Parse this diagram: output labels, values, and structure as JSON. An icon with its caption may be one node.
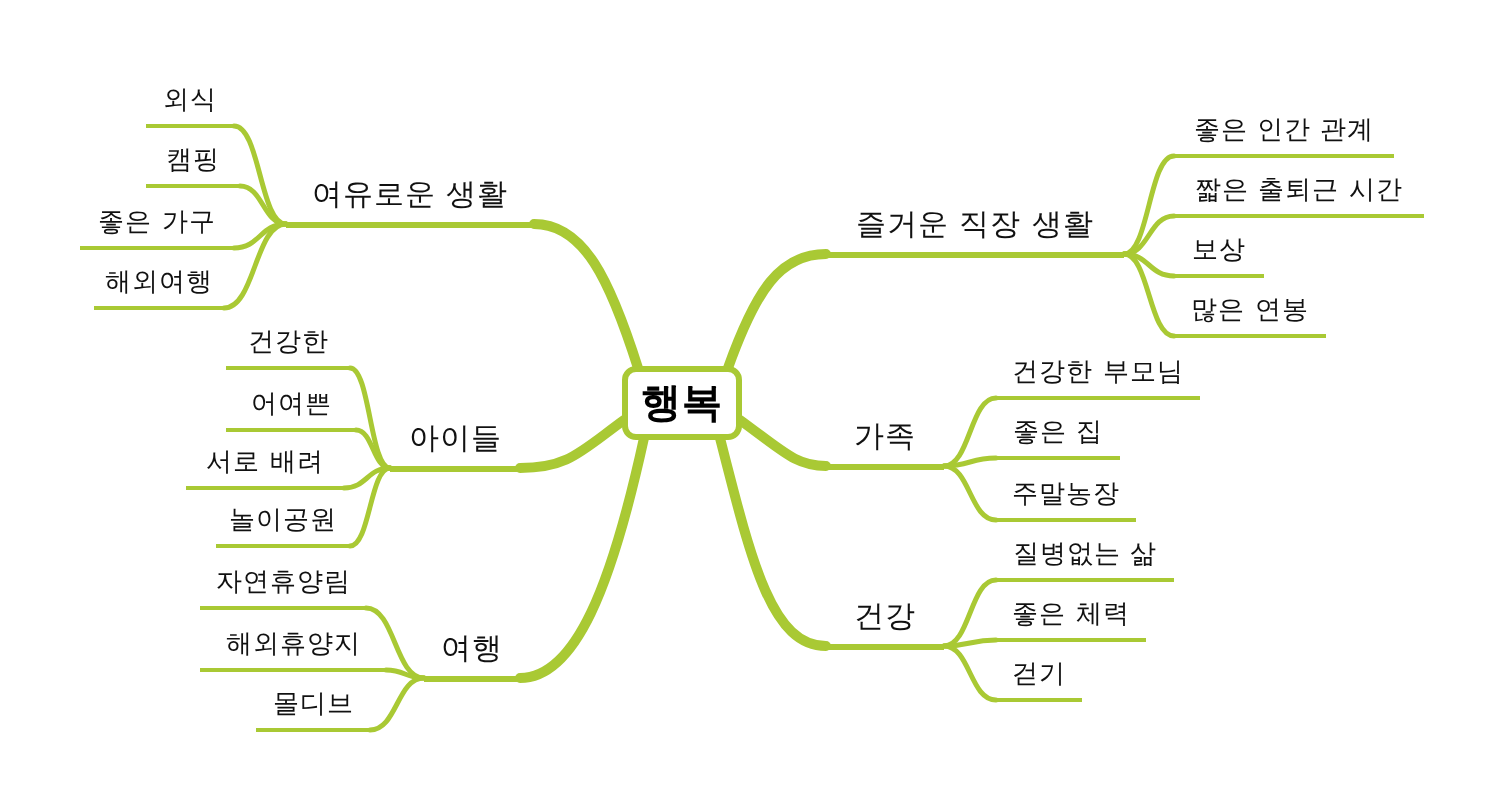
{
  "diagram": {
    "nodes": [
      {
        "text": [
          "행복"
        ]
      },
      {
        "text": [
          "여유로운 생활"
        ]
      },
      {
        "text": [
          "외식"
        ]
      },
      {
        "text": [
          "캠핑"
        ]
      },
      {
        "text": [
          "좋은 가구"
        ]
      },
      {
        "text": [
          "해외여행"
        ]
      },
      {
        "text": [
          "즐거운 직장 생활"
        ]
      },
      {
        "text": [
          "좋은 인간 관계"
        ]
      },
      {
        "text": [
          "짧은 출퇴근 시간"
        ]
      },
      {
        "text": [
          "보상"
        ]
      },
      {
        "text": [
          "많은 연봉"
        ]
      },
      {
        "text": [
          "아이들"
        ]
      },
      {
        "text": [
          "건강한"
        ]
      },
      {
        "text": [
          "어여쁜"
        ]
      },
      {
        "text": [
          "서로 배려"
        ]
      },
      {
        "text": [
          "놀이공원"
        ]
      },
      {
        "text": [
          "가족"
        ]
      },
      {
        "text": [
          "건강한 부모님"
        ]
      },
      {
        "text": [
          "좋은 집"
        ]
      },
      {
        "text": [
          "주말농장"
        ]
      },
      {
        "text": [
          "건강"
        ]
      },
      {
        "text": [
          "질병없는 삶"
        ]
      },
      {
        "text": [
          "좋은 체력"
        ]
      },
      {
        "text": [
          "걷기"
        ]
      },
      {
        "text": [
          "여행"
        ]
      },
      {
        "text": [
          "자연휴양림"
        ]
      },
      {
        "text": [
          "해외휴양지"
        ]
      },
      {
        "text": [
          "몰디브"
        ]
      }
    ],
    "edges": [
      {
        "from": 0,
        "to": 1,
        "arrow": "none",
        "style": "thick"
      },
      {
        "from": 1,
        "to": 2,
        "arrow": "none"
      },
      {
        "from": 1,
        "to": 3,
        "arrow": "none"
      },
      {
        "from": 1,
        "to": 4,
        "arrow": "none"
      },
      {
        "from": 1,
        "to": 5,
        "arrow": "none"
      },
      {
        "from": 0,
        "to": 6,
        "arrow": "none",
        "style": "thick"
      },
      {
        "from": 6,
        "to": 7,
        "arrow": "none"
      },
      {
        "from": 6,
        "to": 8,
        "arrow": "none"
      },
      {
        "from": 6,
        "to": 9,
        "arrow": "none"
      },
      {
        "from": 6,
        "to": 10,
        "arrow": "none"
      },
      {
        "from": 0,
        "to": 11,
        "arrow": "none",
        "style": "thick"
      },
      {
        "from": 11,
        "to": 12,
        "arrow": "none"
      },
      {
        "from": 11,
        "to": 13,
        "arrow": "none"
      },
      {
        "from": 11,
        "to": 14,
        "arrow": "none"
      },
      {
        "from": 11,
        "to": 15,
        "arrow": "none"
      },
      {
        "from": 0,
        "to": 16,
        "arrow": "none",
        "style": "thick"
      },
      {
        "from": 16,
        "to": 17,
        "arrow": "none"
      },
      {
        "from": 16,
        "to": 18,
        "arrow": "none"
      },
      {
        "from": 16,
        "to": 19,
        "arrow": "none"
      },
      {
        "from": 0,
        "to": 20,
        "arrow": "none",
        "style": "thick"
      },
      {
        "from": 20,
        "to": 21,
        "arrow": "none"
      },
      {
        "from": 20,
        "to": 22,
        "arrow": "none"
      },
      {
        "from": 20,
        "to": 23,
        "arrow": "none"
      },
      {
        "from": 0,
        "to": 24,
        "arrow": "none",
        "style": "thick"
      },
      {
        "from": 24,
        "to": 25,
        "arrow": "none"
      },
      {
        "from": 24,
        "to": 26,
        "arrow": "none"
      },
      {
        "from": 24,
        "to": 27,
        "arrow": "none"
      }
    ]
  }
}
